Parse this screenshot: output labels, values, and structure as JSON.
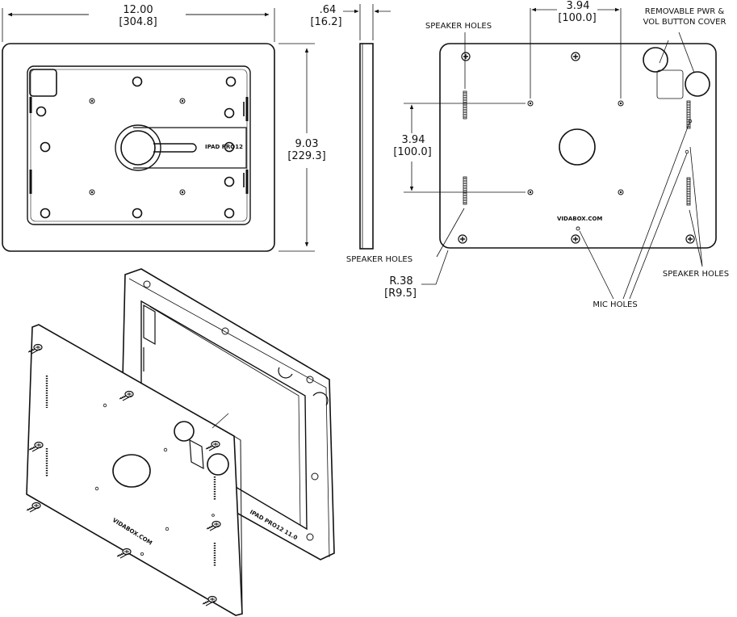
{
  "dimensions": {
    "width": {
      "in": "12.00",
      "mm": "[304.8]"
    },
    "thickness": {
      "in": ".64",
      "mm": "[16.2]"
    },
    "height": {
      "in": "9.03",
      "mm": "[229.3]"
    },
    "hole_h": {
      "in": "3.94",
      "mm": "[100.0]"
    },
    "hole_v": {
      "in": "3.94",
      "mm": "[100.0]"
    },
    "radius": {
      "in": "R.38",
      "mm": "[R9.5]"
    }
  },
  "callouts": {
    "speaker_holes_top": "SPEAKER HOLES",
    "speaker_holes_left": "SPEAKER HOLES",
    "speaker_holes_right": "SPEAKER HOLES",
    "mic_holes": "MIC HOLES",
    "removable_cover_line1": "REMOVABLE PWR &",
    "removable_cover_line2": "VOL BUTTON COVER"
  },
  "engravings": {
    "model_front": "IPAD PRO12",
    "brand_back": "VIDABOX.COM",
    "model_iso": "IPAD PRO12 11.0",
    "brand_iso": "VIDABOX.COM"
  }
}
